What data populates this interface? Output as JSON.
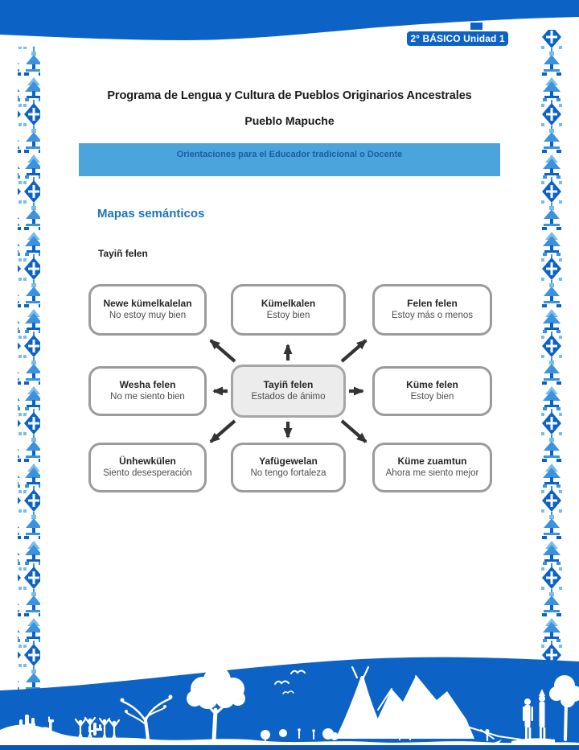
{
  "header": {
    "badge": "2° BÁSICO Unidad 1",
    "title_line1": "Programa de Lengua y Cultura de Pueblos Originarios Ancestrales",
    "title_line2": "Pueblo Mapuche",
    "banner": "Orientaciones para el Educador tradicional o Docente"
  },
  "content": {
    "section_heading": "Mapas semánticos",
    "map_label": "Tayiñ felen"
  },
  "diagram": {
    "type": "semantic-map",
    "center": {
      "term": "Tayiñ felen",
      "translation": "Estados de ánimo"
    },
    "boxes": [
      {
        "term": "Newe kümelkalelan",
        "translation": "No estoy muy bien"
      },
      {
        "term": "Kümelkalen",
        "translation": "Estoy bien"
      },
      {
        "term": "Felen felen",
        "translation": "Estoy más o menos"
      },
      {
        "term": "Wesha felen",
        "translation": "No me siento bien"
      },
      {
        "term": "Küme felen",
        "translation": "Estoy bien"
      },
      {
        "term": "Ünhewkülen",
        "translation": "Siento desesperación"
      },
      {
        "term": "Yafügewelan",
        "translation": "No tengo fortaleza"
      },
      {
        "term": "Küme zuamtun",
        "translation": "Ahora me siento mejor"
      }
    ]
  },
  "decor": {
    "side_border_icon": "mapuche-geometric-ornament",
    "footer_icon": "landscape-silhouette-illustration"
  },
  "colors": {
    "primary_blue": "#0d63c5",
    "banner_blue": "#4ba4db",
    "banner_text_blue": "#1a5ea8",
    "heading_blue": "#1b74be",
    "node_border_gray": "#9b9b9b",
    "center_node_fill": "#ececec",
    "arrow_gray": "#333333"
  }
}
